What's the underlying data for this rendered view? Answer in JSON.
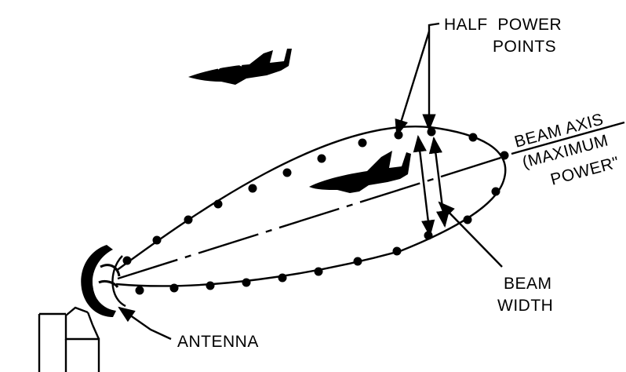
{
  "labels": {
    "half_power_line1": "HALF  POWER",
    "half_power_line2": "POINTS",
    "beam_axis": "BEAM AXIS",
    "maximum": "(MAXIMUM",
    "power": "POWER\"",
    "beam_line1": "BEAM",
    "beam_line2": "WIDTH",
    "antenna": "ANTENNA"
  },
  "icons": {
    "aircraft_upper": "jet-aircraft-silhouette",
    "aircraft_in_beam": "jet-aircraft-silhouette",
    "antenna": "radar-dish",
    "pedestal": "antenna-pedestal"
  },
  "colors": {
    "ink": "#000000",
    "background": "#ffffff"
  }
}
